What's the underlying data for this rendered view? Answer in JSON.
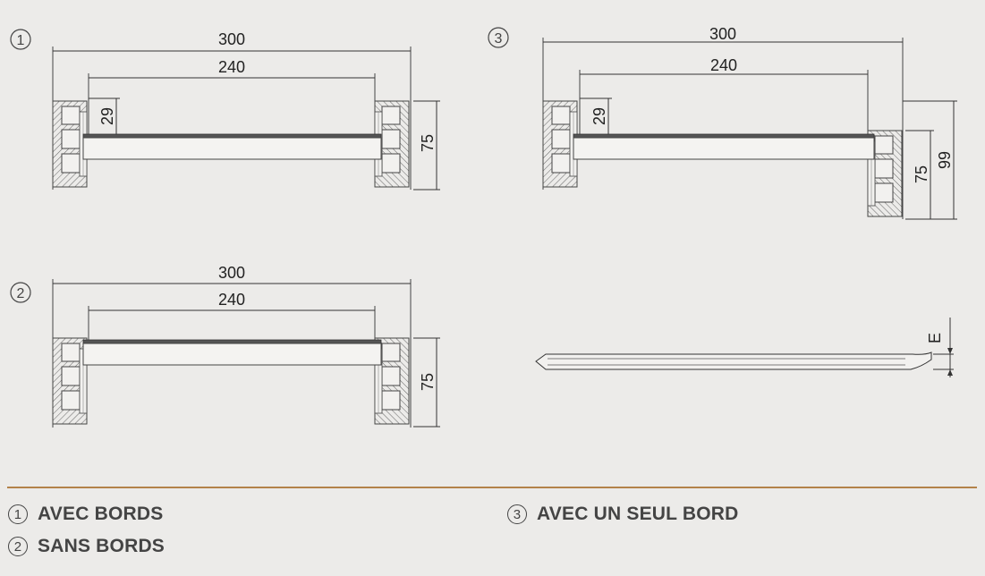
{
  "drawings": {
    "d1": {
      "number": "1",
      "width_total": "300",
      "width_inner": "240",
      "depth": "29",
      "height": "75"
    },
    "d2": {
      "number": "2",
      "width_total": "300",
      "width_inner": "240",
      "height": "75"
    },
    "d3": {
      "number": "3",
      "width_total": "300",
      "width_inner": "240",
      "depth": "29",
      "height": "75",
      "height_total": "99"
    },
    "d4": {
      "thickness_label": "E"
    }
  },
  "legend": [
    {
      "number": "1",
      "label": "AVEC BORDS"
    },
    {
      "number": "2",
      "label": "SANS BORDS"
    },
    {
      "number": "3",
      "label": "AVEC UN SEUL BORD"
    }
  ],
  "colors": {
    "background": "#ecebe9",
    "divider": "#b3834a",
    "text": "#444444"
  }
}
